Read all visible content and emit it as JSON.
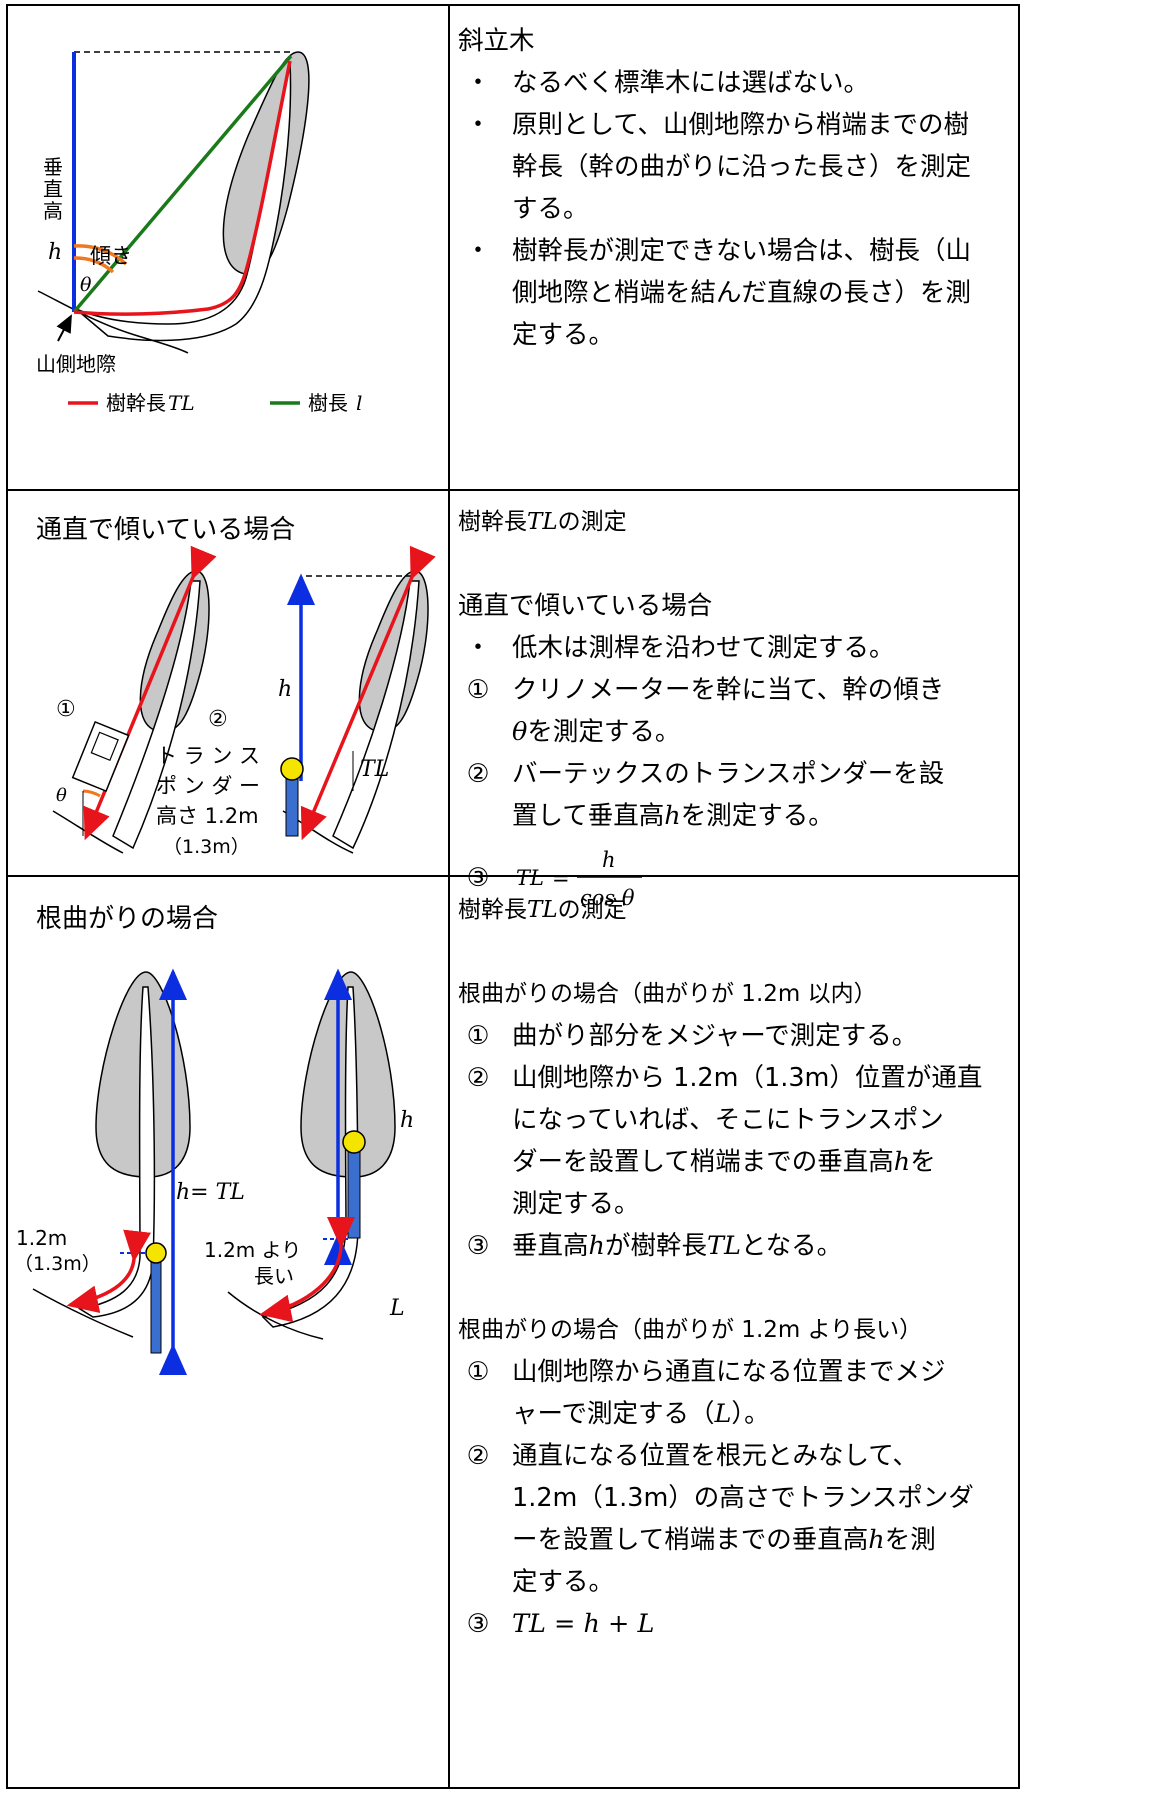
{
  "row1": {
    "figure": {
      "vertical_height_label": [
        "垂",
        "直",
        "高"
      ],
      "h_label": "h",
      "tilt_label": "傾き",
      "theta_label": "θ",
      "ground_point_label": "山側地際",
      "legend_trunk_length": "樹幹長",
      "legend_trunk_symbol": "TL",
      "legend_tree_length": "樹長",
      "legend_tree_symbol": "l"
    },
    "title": "斜立木",
    "lines": [
      {
        "mark": "・",
        "text": "なるべく標準木には選ばない。"
      },
      {
        "mark": "・",
        "text": "原則として、山側地際から梢端までの樹"
      },
      {
        "mark": "",
        "text": "幹長（幹の曲がりに沿った長さ）を測定"
      },
      {
        "mark": "",
        "text": "する。"
      },
      {
        "mark": "・",
        "text": "樹幹長が測定できない場合は、樹長（山"
      },
      {
        "mark": "",
        "text": "側地際と梢端を結んだ直線の長さ）を測"
      },
      {
        "mark": "",
        "text": "定する。"
      }
    ]
  },
  "row2": {
    "figure": {
      "title": "通直で傾いている場合",
      "mark1": "①",
      "mark2": "②",
      "transponder_lines": [
        "ト ラ ン ス",
        "ポ ン ダ ー",
        "高さ 1.2m",
        "（1.3m）"
      ],
      "theta_label": "θ",
      "h_label": "h",
      "tl_label": "TL"
    },
    "heading": "樹幹長",
    "heading_symbol": "TL",
    "heading_suffix": "の測定",
    "subtitle": "通直で傾いている場合",
    "bullet": "低木は測桿を沿わせて測定する。",
    "step1_a": "クリノメーターを幹に当て、幹の傾き",
    "step1_b_symbol": "θ",
    "step1_b": "を測定する。",
    "step2_a": "バーテックスのトランスポンダーを設",
    "step2_b": "置して垂直高",
    "step2_b_symbol": "h",
    "step2_b_end": "を測定する。",
    "formula_lhs": "TL",
    "formula_numer": "h",
    "formula_denom": "cos θ",
    "marks": [
      "・",
      "①",
      "②",
      "③"
    ]
  },
  "row3": {
    "figure": {
      "title": "根曲がりの場合",
      "short_bend_label": [
        "1.2m",
        "（1.3m）"
      ],
      "h_eq_tl_label": "h= TL",
      "long_bend_label": [
        "1.2m より",
        "長い"
      ],
      "h_label": "h",
      "l_label": "L"
    },
    "heading": "樹幹長",
    "heading_symbol": "TL",
    "heading_suffix": "の測定",
    "case_a_title": "根曲がりの場合（曲がりが 1.2m 以内）",
    "case_a_1": "曲がり部分をメジャーで測定する。",
    "case_a_2": [
      "山側地際から 1.2m（1.3m）位置が通直",
      "になっていれば、そこにトランスポン",
      "ダーを設置して梢端までの垂直高"
    ],
    "case_a_2_symbol": "h",
    "case_a_2_end": "を",
    "case_a_2_last": "測定する。",
    "case_a_3_a": "垂直高",
    "case_a_3_h": "h",
    "case_a_3_b": "が樹幹長",
    "case_a_3_tl": "TL",
    "case_a_3_c": "となる。",
    "case_b_title": "根曲がりの場合（曲がりが 1.2m より長い）",
    "case_b_1": [
      "山側地際から通直になる位置までメジ",
      "ャーで測定する（"
    ],
    "case_b_1_symbol": "L",
    "case_b_1_end": "）。",
    "case_b_2": [
      "通直になる位置を根元とみなして、",
      "1.2m（1.3m）の高さでトランスポンダ",
      "ーを設置して梢端までの垂直高"
    ],
    "case_b_2_symbol": "h",
    "case_b_2_end": "を測",
    "case_b_2_last": "定する。",
    "case_b_3": "TL = h + L",
    "marks": [
      "①",
      "②",
      "③"
    ]
  },
  "colors": {
    "trunk_length": "#e8141b",
    "tree_length": "#1a7a1a",
    "vertical": "#0a2ee0",
    "crown": "#c8c8c8",
    "angle": "#f07820",
    "transponder": "#3a6fd0",
    "transponder_head": "#f4e400"
  }
}
